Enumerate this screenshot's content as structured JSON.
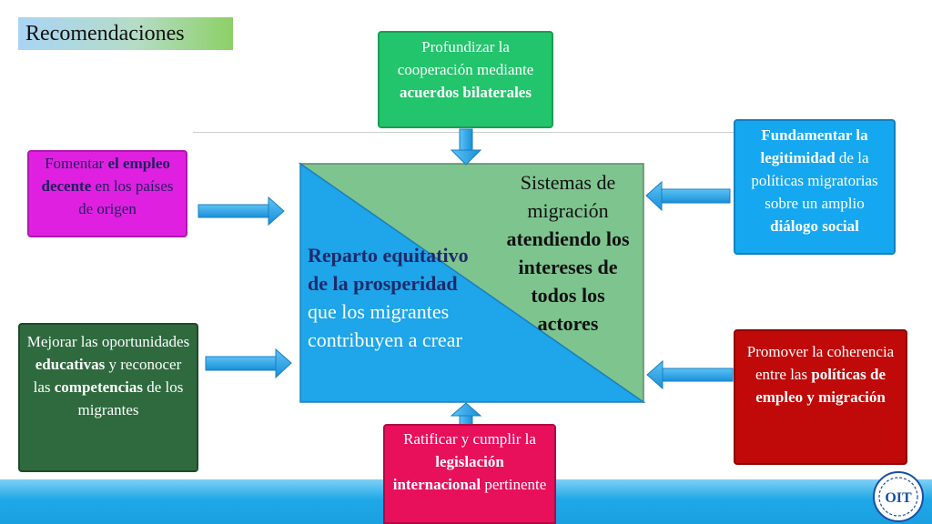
{
  "title": "Recomendaciones",
  "boxes": {
    "top": {
      "pre": "Profundizar la cooperación mediante ",
      "bold": "acuerdos bilaterales",
      "post": ""
    },
    "top_left": {
      "pre": "Fomentar ",
      "bold": "el empleo decente",
      "post": " en los países de origen"
    },
    "top_right": {
      "bold1": "Fundamentar la legitimidad",
      "mid": " de la políticas migratorias sobre un amplio ",
      "bold2": "diálogo social"
    },
    "bottom_left": {
      "pre": "Mejorar las oportunidades ",
      "bold1": "educativas",
      "mid": " y reconocer las ",
      "bold2": "competencias",
      "post": " de los migrantes"
    },
    "bottom_right": {
      "pre": "Promover la coherencia entre las ",
      "bold": "políticas de empleo y migración",
      "post": ""
    },
    "bottom": {
      "pre": "Ratificar y cumplir la ",
      "bold": "legislación internacional",
      "post": " pertinente"
    }
  },
  "center": {
    "green_pre": "Sistemas de migración ",
    "green_bold": "atendiendo los intereses de todos  los actores",
    "blue_bold": "Reparto equitativo de la prosperidad",
    "blue_post": " que los migrantes contribuyen a crear"
  },
  "colors": {
    "center_green": "#7ec48f",
    "center_blue": "#1ea5ea",
    "arrow": "#1e9be0"
  },
  "logo_text": "OIT"
}
